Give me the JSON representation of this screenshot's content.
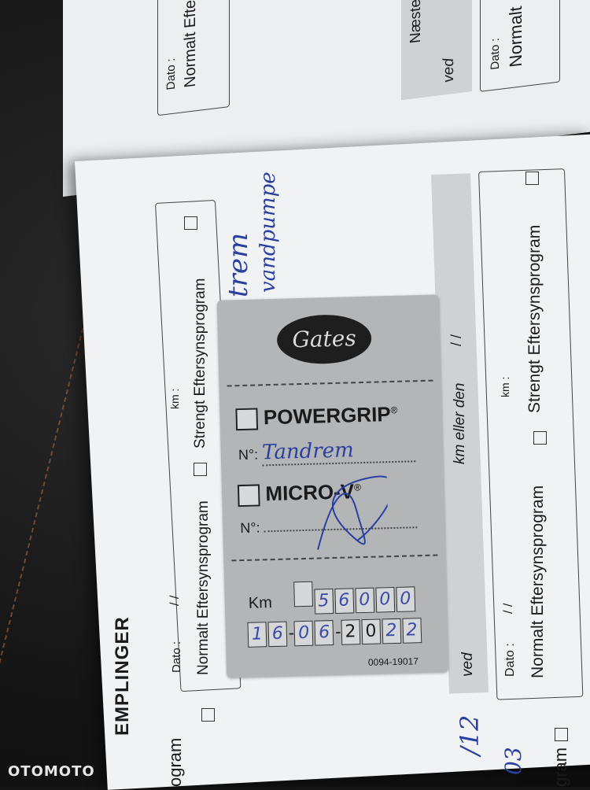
{
  "booklet": {
    "top_page": {
      "dato_label": "Dato :",
      "program_label": "Normalt Efte",
      "naeste_label": "Næste eft",
      "ved_label": "ved",
      "dato_label_2": "Dato :",
      "program_label_2": "Normalt"
    },
    "section_title": "EMPLINGER",
    "left_column": {
      "dato_label": "Dato :",
      "normal_program": "Normalt Eftersynsprogram",
      "strict_program": "Strengt Eftersynsprogram",
      "km_label": "km :",
      "date_slashes": "/          /",
      "ved_label": "ved",
      "partial_program": "ogram",
      "partial_number": "3",
      "handwritten_number": "/12"
    },
    "middle_column": {
      "km_eller_den": "km eller den",
      "slashes": "/          /"
    },
    "right_column": {
      "dato_label": "Dato :",
      "normal_program": "Normalt Eftersynsprogram",
      "strict_program": "Strengt Eftersynsprogram",
      "km_label": "km :",
      "slashes": "/          /",
      "partial_number": "03",
      "partial_program": "gram"
    },
    "handwritten_note_line1": "trem",
    "handwritten_note_line2": "vandpumpe"
  },
  "sticker": {
    "brand": "Gates",
    "powergrip_label": "POWERGRIP",
    "powergrip_reg": "®",
    "no_label_1": "N°:",
    "no_value_1": "Tandrem",
    "microv_label": "MICRO-V",
    "microv_reg": "®",
    "no_label_2": "N°:",
    "km_label": "Km",
    "km_digits": [
      "",
      "5",
      "6",
      "0",
      "0",
      "0"
    ],
    "date_digits": [
      "1",
      "6",
      "-",
      "0",
      "6",
      "-",
      "2",
      "0",
      "2",
      "2"
    ],
    "code": "0094-19017"
  },
  "watermark": "OTOMOTO",
  "colors": {
    "ink_blue": "#2b3fa0",
    "sticker_silver": "#b3b5b7",
    "paper": "#f1f2f3"
  }
}
